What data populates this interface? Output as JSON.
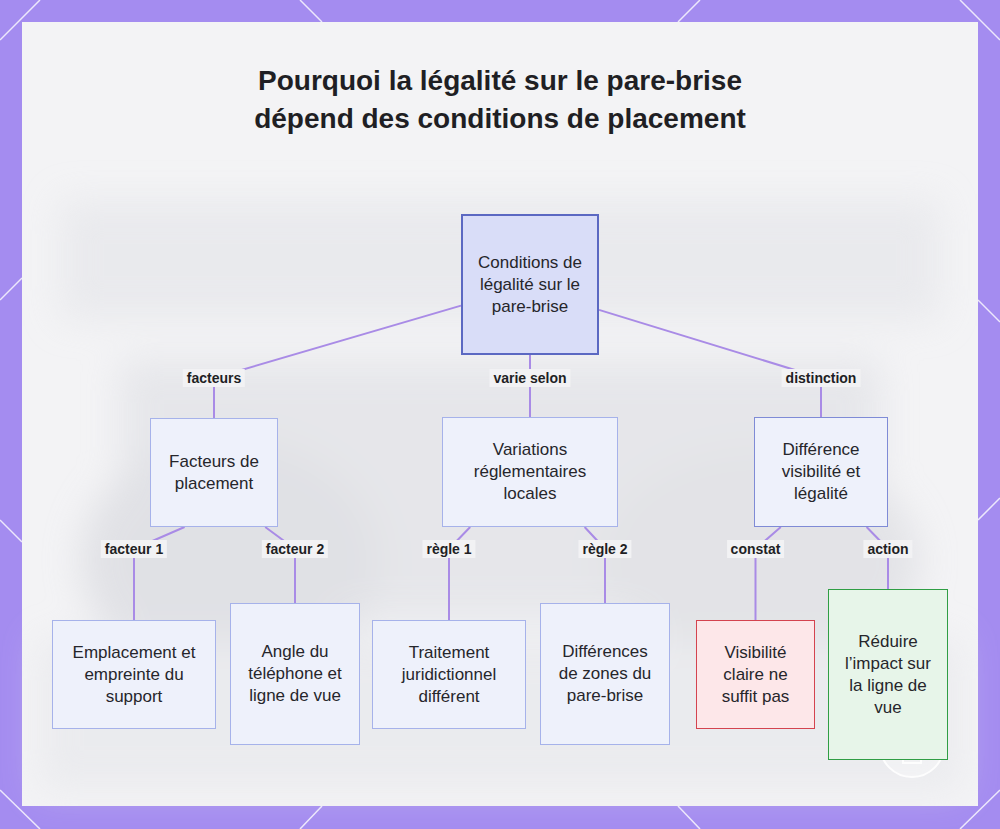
{
  "diagram": {
    "title": "Pourquoi la légalité sur le pare-brise dépend des conditions de placement",
    "nodes": [
      {
        "text": [
          "Conditions de légalité sur le pare-brise"
        ]
      },
      {
        "text": [
          "Facteurs de placement"
        ]
      },
      {
        "text": [
          "Variations réglementaires locales"
        ]
      },
      {
        "text": [
          "Différence visibilité et légalité"
        ]
      },
      {
        "text": [
          "Emplacement et empreinte du support"
        ]
      },
      {
        "text": [
          "Angle du téléphone et ligne de vue"
        ]
      },
      {
        "text": [
          "Traitement juridictionnel différent"
        ]
      },
      {
        "text": [
          "Différences de zones du pare-brise"
        ]
      },
      {
        "text": [
          "Visibilité claire ne suffit pas"
        ]
      },
      {
        "text": [
          "Réduire l’impact sur la ligne de vue"
        ]
      }
    ],
    "edges": [
      {
        "from": 0,
        "to": 1,
        "label": "facteurs",
        "arrow": "none"
      },
      {
        "from": 0,
        "to": 2,
        "label": "varie selon",
        "arrow": "none"
      },
      {
        "from": 0,
        "to": 3,
        "label": "distinction",
        "arrow": "none"
      },
      {
        "from": 1,
        "to": 4,
        "label": "facteur 1",
        "arrow": "none"
      },
      {
        "from": 1,
        "to": 5,
        "label": "facteur 2",
        "arrow": "none"
      },
      {
        "from": 2,
        "to": 6,
        "label": "règle 1",
        "arrow": "none"
      },
      {
        "from": 2,
        "to": 7,
        "label": "règle 2",
        "arrow": "none"
      },
      {
        "from": 3,
        "to": 8,
        "label": "constat",
        "arrow": "none"
      },
      {
        "from": 3,
        "to": 9,
        "label": "action",
        "arrow": "none"
      }
    ]
  }
}
